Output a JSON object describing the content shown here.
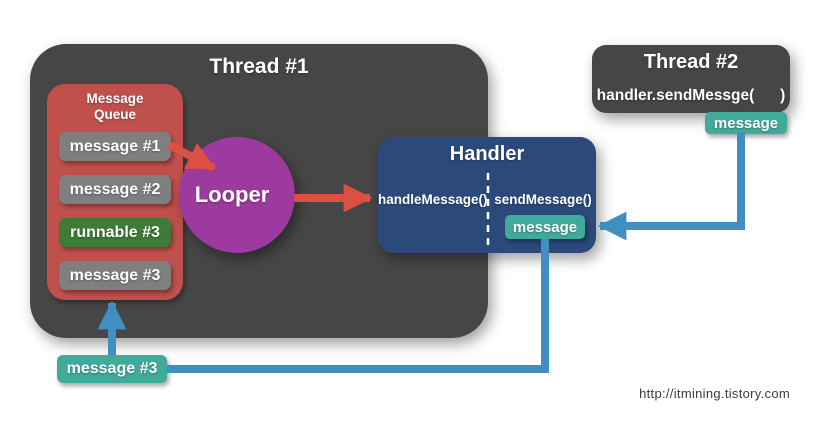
{
  "diagram": {
    "thread1": {
      "title": "Thread #1",
      "message_queue": {
        "title": "Message Queue",
        "items": [
          {
            "label": "message #1",
            "kind": "message"
          },
          {
            "label": "message #2",
            "kind": "message"
          },
          {
            "label": "runnable #3",
            "kind": "runnable"
          },
          {
            "label": "message #3",
            "kind": "message"
          }
        ]
      },
      "looper_label": "Looper",
      "handler": {
        "title": "Handler",
        "handle_method": "handleMessage()",
        "send_method": "sendMessage()",
        "message_badge": "message"
      }
    },
    "thread2": {
      "title": "Thread #2",
      "code": "handler.sendMessge(      )",
      "message_badge": "message"
    },
    "incoming_message_label": "message #3",
    "watermark": "http://itmining.tistory.com",
    "colors": {
      "thread_box": "#464646",
      "queue_box": "#c0504c",
      "queue_item_gray": "#7f7f7f",
      "queue_item_green": "#3e7b37",
      "looper_circle": "#9d3aa0",
      "handler_box": "#2b4a7b",
      "message_badge": "#41ab9b",
      "red_arrow": "#dc5044",
      "blue_arrow": "#3f90c0",
      "background": "#ffffff"
    }
  }
}
